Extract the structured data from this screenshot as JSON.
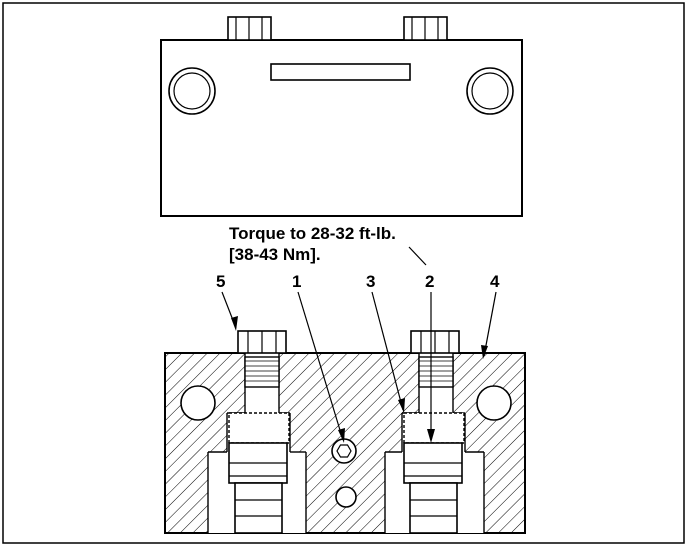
{
  "torque_note": {
    "line1": "Torque to 28-32 ft-lb.",
    "line2": "[38-43 Nm]."
  },
  "callouts": {
    "c1": "1",
    "c2": "2",
    "c3": "3",
    "c4": "4",
    "c5": "5"
  }
}
